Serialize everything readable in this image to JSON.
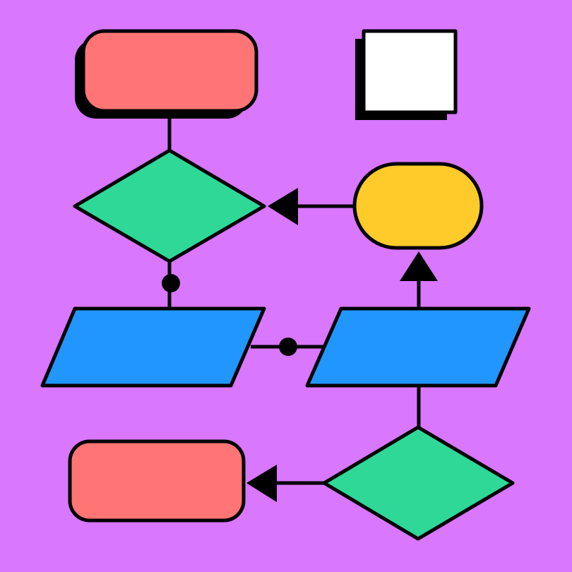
{
  "colors": {
    "background": "#d977ff",
    "stroke": "#000000",
    "terminator": "#ff7575",
    "decision": "#30d897",
    "io": "#2196ff",
    "rounded_node": "#ffcb2b",
    "note": "#ffffff",
    "shadow": "#000000"
  },
  "diagram": {
    "nodes": [
      {
        "id": "start",
        "shape": "rounded-rect",
        "fill": "#ff7575",
        "label": ""
      },
      {
        "id": "decision-top",
        "shape": "diamond",
        "fill": "#30d897",
        "label": ""
      },
      {
        "id": "data-left",
        "shape": "parallelogram",
        "fill": "#2196ff",
        "label": ""
      },
      {
        "id": "data-right",
        "shape": "parallelogram",
        "fill": "#2196ff",
        "label": ""
      },
      {
        "id": "pill",
        "shape": "pill",
        "fill": "#ffcb2b",
        "label": ""
      },
      {
        "id": "decision-bottom",
        "shape": "diamond",
        "fill": "#30d897",
        "label": ""
      },
      {
        "id": "end",
        "shape": "rounded-rect",
        "fill": "#ff7575",
        "label": ""
      },
      {
        "id": "note",
        "shape": "square",
        "fill": "#ffffff",
        "label": ""
      }
    ],
    "edges": [
      {
        "from": "start",
        "to": "decision-top",
        "arrow": "none"
      },
      {
        "from": "decision-top",
        "to": "data-left",
        "arrow": "dot"
      },
      {
        "from": "data-left",
        "to": "data-right",
        "arrow": "dot"
      },
      {
        "from": "data-right",
        "to": "pill",
        "arrow": "triangle"
      },
      {
        "from": "pill",
        "to": "decision-top",
        "arrow": "triangle"
      },
      {
        "from": "data-right",
        "to": "decision-bottom",
        "arrow": "none"
      },
      {
        "from": "decision-bottom",
        "to": "end",
        "arrow": "triangle"
      }
    ]
  }
}
